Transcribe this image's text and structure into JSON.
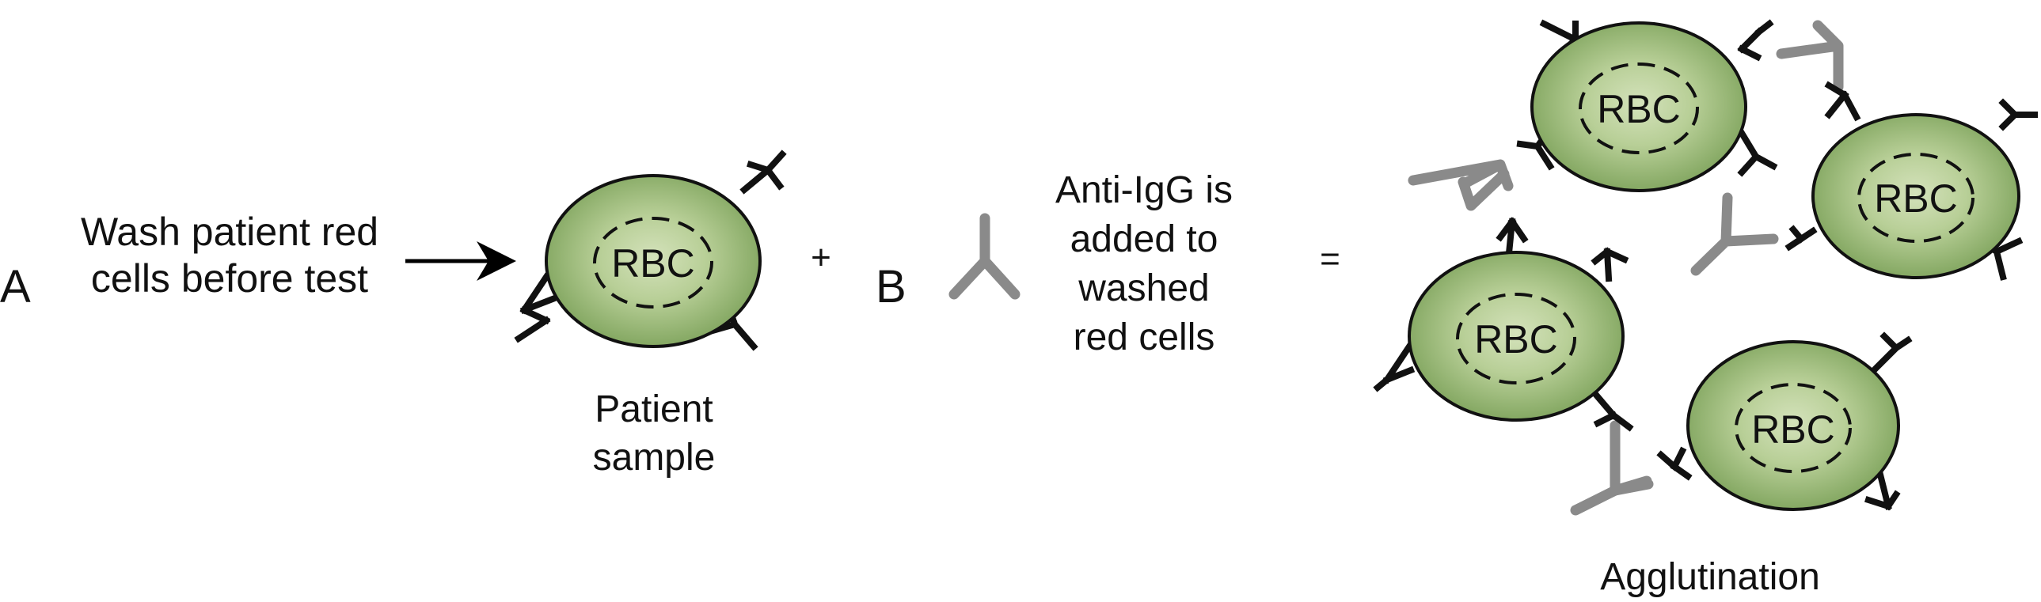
{
  "step_a": {
    "letter": "A",
    "instruction_lines": [
      "Wash patient red",
      "cells before test"
    ]
  },
  "patient_sample": {
    "cell_label": "RBC",
    "caption_lines": [
      "Patient",
      "sample"
    ]
  },
  "plus_sign": "+",
  "step_b": {
    "letter": "B",
    "description_lines": [
      "Anti-IgG is",
      "added to",
      "washed",
      "red cells"
    ]
  },
  "equals_sign": "=",
  "result": {
    "cell_labels": [
      "RBC",
      "RBC",
      "RBC",
      "RBC"
    ],
    "caption": "Agglutination"
  },
  "colors": {
    "cell_fill_center": "#d4e2bb",
    "cell_fill_edge": "#7ea35c",
    "cell_outline": "#111111",
    "bound_antibody": "#111111",
    "anti_igg": "#8a8a8a"
  },
  "icons": [
    "red-blood-cell-icon",
    "igg-antibody-icon",
    "anti-igg-antibody-icon",
    "arrow-right-icon"
  ]
}
